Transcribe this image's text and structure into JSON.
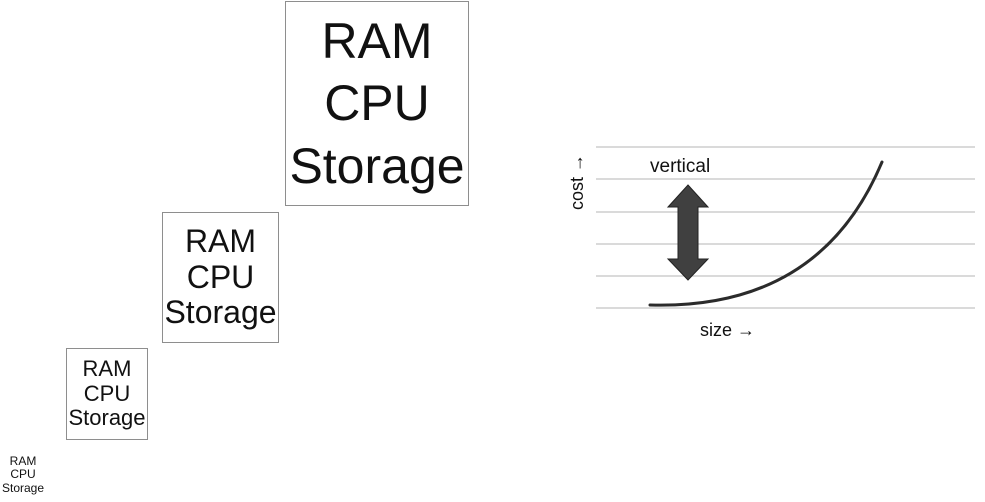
{
  "servers": [
    {
      "id": "xs",
      "lines": [
        "RAM",
        "CPU",
        "Storage"
      ]
    },
    {
      "id": "s",
      "lines": [
        "RAM",
        "CPU",
        "Storage"
      ]
    },
    {
      "id": "m",
      "lines": [
        "RAM",
        "CPU",
        "Storage"
      ]
    },
    {
      "id": "l",
      "lines": [
        "RAM",
        "CPU",
        "Storage"
      ]
    }
  ],
  "chart": {
    "ylabel": "cost →",
    "xlabel": "size →",
    "annotation": "vertical",
    "line_color": "#2b2b2b",
    "grid_color": "#b5b5b5",
    "arrow_color": "#404040"
  }
}
